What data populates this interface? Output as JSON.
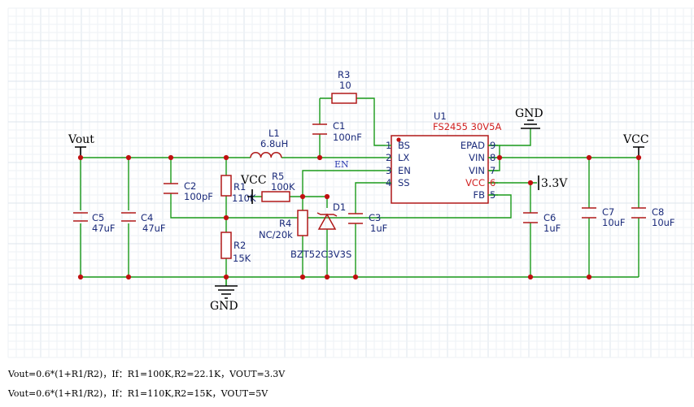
{
  "chip": {
    "ref": "U1",
    "part": "FS2455 30V5A"
  },
  "pins_left": [
    {
      "num": "1",
      "name": "BS"
    },
    {
      "num": "2",
      "name": "LX"
    },
    {
      "num": "3",
      "name": "EN"
    },
    {
      "num": "4",
      "name": "SS"
    }
  ],
  "pins_right": [
    {
      "num": "9",
      "name": "EPAD",
      "color": "#1a2a7a"
    },
    {
      "num": "8",
      "name": "VIN",
      "color": "#1a2a7a"
    },
    {
      "num": "7",
      "name": "VIN",
      "color": "#1a2a7a"
    },
    {
      "num": "6",
      "name": "VCC",
      "color": "#d02020"
    },
    {
      "num": "5",
      "name": "FB",
      "color": "#1a2a7a"
    }
  ],
  "components": {
    "R3": {
      "ref": "R3",
      "value": "10"
    },
    "C1": {
      "ref": "C1",
      "value": "100nF"
    },
    "L1": {
      "ref": "L1",
      "value": "6.8uH"
    },
    "C2": {
      "ref": "C2",
      "value": "100pF"
    },
    "R1": {
      "ref": "R1",
      "value": "110K"
    },
    "R5": {
      "ref": "R5",
      "value": "100K"
    },
    "R4": {
      "ref": "R4",
      "value": "NC/20k"
    },
    "D1": {
      "ref": "D1",
      "value": "BZT52C3V3S"
    },
    "C3": {
      "ref": "C3",
      "value": "1uF"
    },
    "R2": {
      "ref": "R2",
      "value": "15K"
    },
    "C5": {
      "ref": "C5",
      "value": "47uF"
    },
    "C4": {
      "ref": "C4",
      "value": "47uF"
    },
    "C6": {
      "ref": "C6",
      "value": "1uF"
    },
    "C7": {
      "ref": "C7",
      "value": "10uF"
    },
    "C8": {
      "ref": "C8",
      "value": "10uF"
    }
  },
  "nets": {
    "vout": "Vout",
    "vcc_top": "VCC",
    "vcc_r5": "VCC",
    "gnd_bottom": "GND",
    "gnd_top": "GND",
    "v33": "3.3V",
    "en": "EN"
  },
  "notes": [
    "Vout=0.6*(1+R1/R2)，If：R1=100K,R2=22.1K，VOUT=3.3V",
    "Vout=0.6*(1+R1/R2)，If：R1=110K,R2=15K，VOUT=5V"
  ],
  "colors": {
    "wire": "#1a9a1a",
    "part": "#b01818",
    "junction": "#c01010",
    "pin_text": "#1a2a7a",
    "highlight_text": "#d02020"
  }
}
